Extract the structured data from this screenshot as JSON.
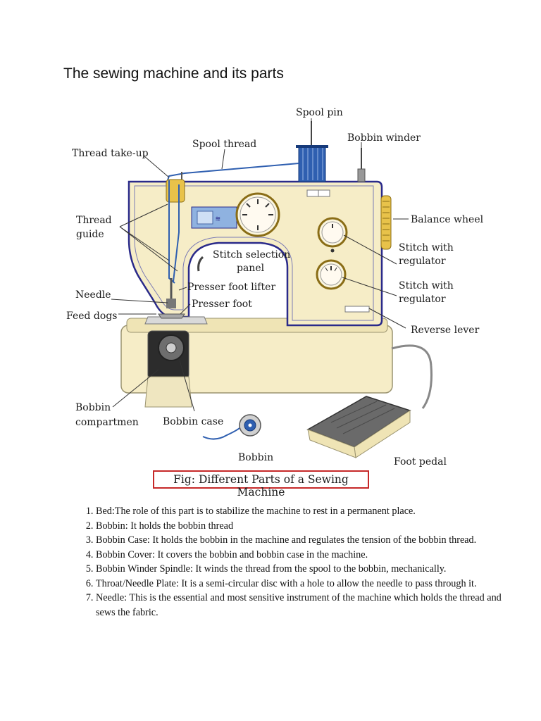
{
  "document": {
    "title": "The sewing machine and its parts"
  },
  "figure": {
    "labels": {
      "spool_pin": "Spool pin",
      "spool_thread": "Spool thread",
      "thread_take_up": "Thread take-up",
      "bobbin_winder": "Bobbin winder",
      "thread_guide_1": "Thread",
      "thread_guide_2": "guide",
      "balance_wheel": "Balance wheel",
      "stitch_selection_1": "Stitch selection",
      "stitch_selection_2": "panel",
      "stitch_with_1a": "Stitch with",
      "stitch_with_1b": "regulator",
      "stitch_with_2a": "Stitch with",
      "stitch_with_2b": "regulator",
      "needle": "Needle",
      "presser_foot_lifter": "Presser foot lifter",
      "presser_foot": "Presser foot",
      "feed_dogs": "Feed dogs",
      "reverse_lever": "Reverse lever",
      "bobbin_compartment_1": "Bobbin",
      "bobbin_compartment_2": "compartmen",
      "bobbin_case": "Bobbin case",
      "bobbin": "Bobbin",
      "foot_pedal": "Foot pedal"
    },
    "caption": "Fig: Different Parts of a Sewing Machine"
  },
  "parts_list": [
    "Bed:The role of this part is to stabilize the machine to rest in a permanent place.",
    "Bobbin: It holds the bobbin thread",
    "Bobbin Case: It holds the bobbin in the machine and regulates the tension of the bobbin thread.",
    "Bobbin Cover: It covers the bobbin and bobbin case in the machine.",
    "Bobbin Winder Spindle: It winds the thread from the spool to the bobbin, mechanically.",
    "Throat/Needle Plate: It is a semi-circular disc with a hole to allow the needle to pass through it.",
    "Needle: This is the essential and most sensitive instrument of the machine which holds the thread and sews the fabric."
  ]
}
